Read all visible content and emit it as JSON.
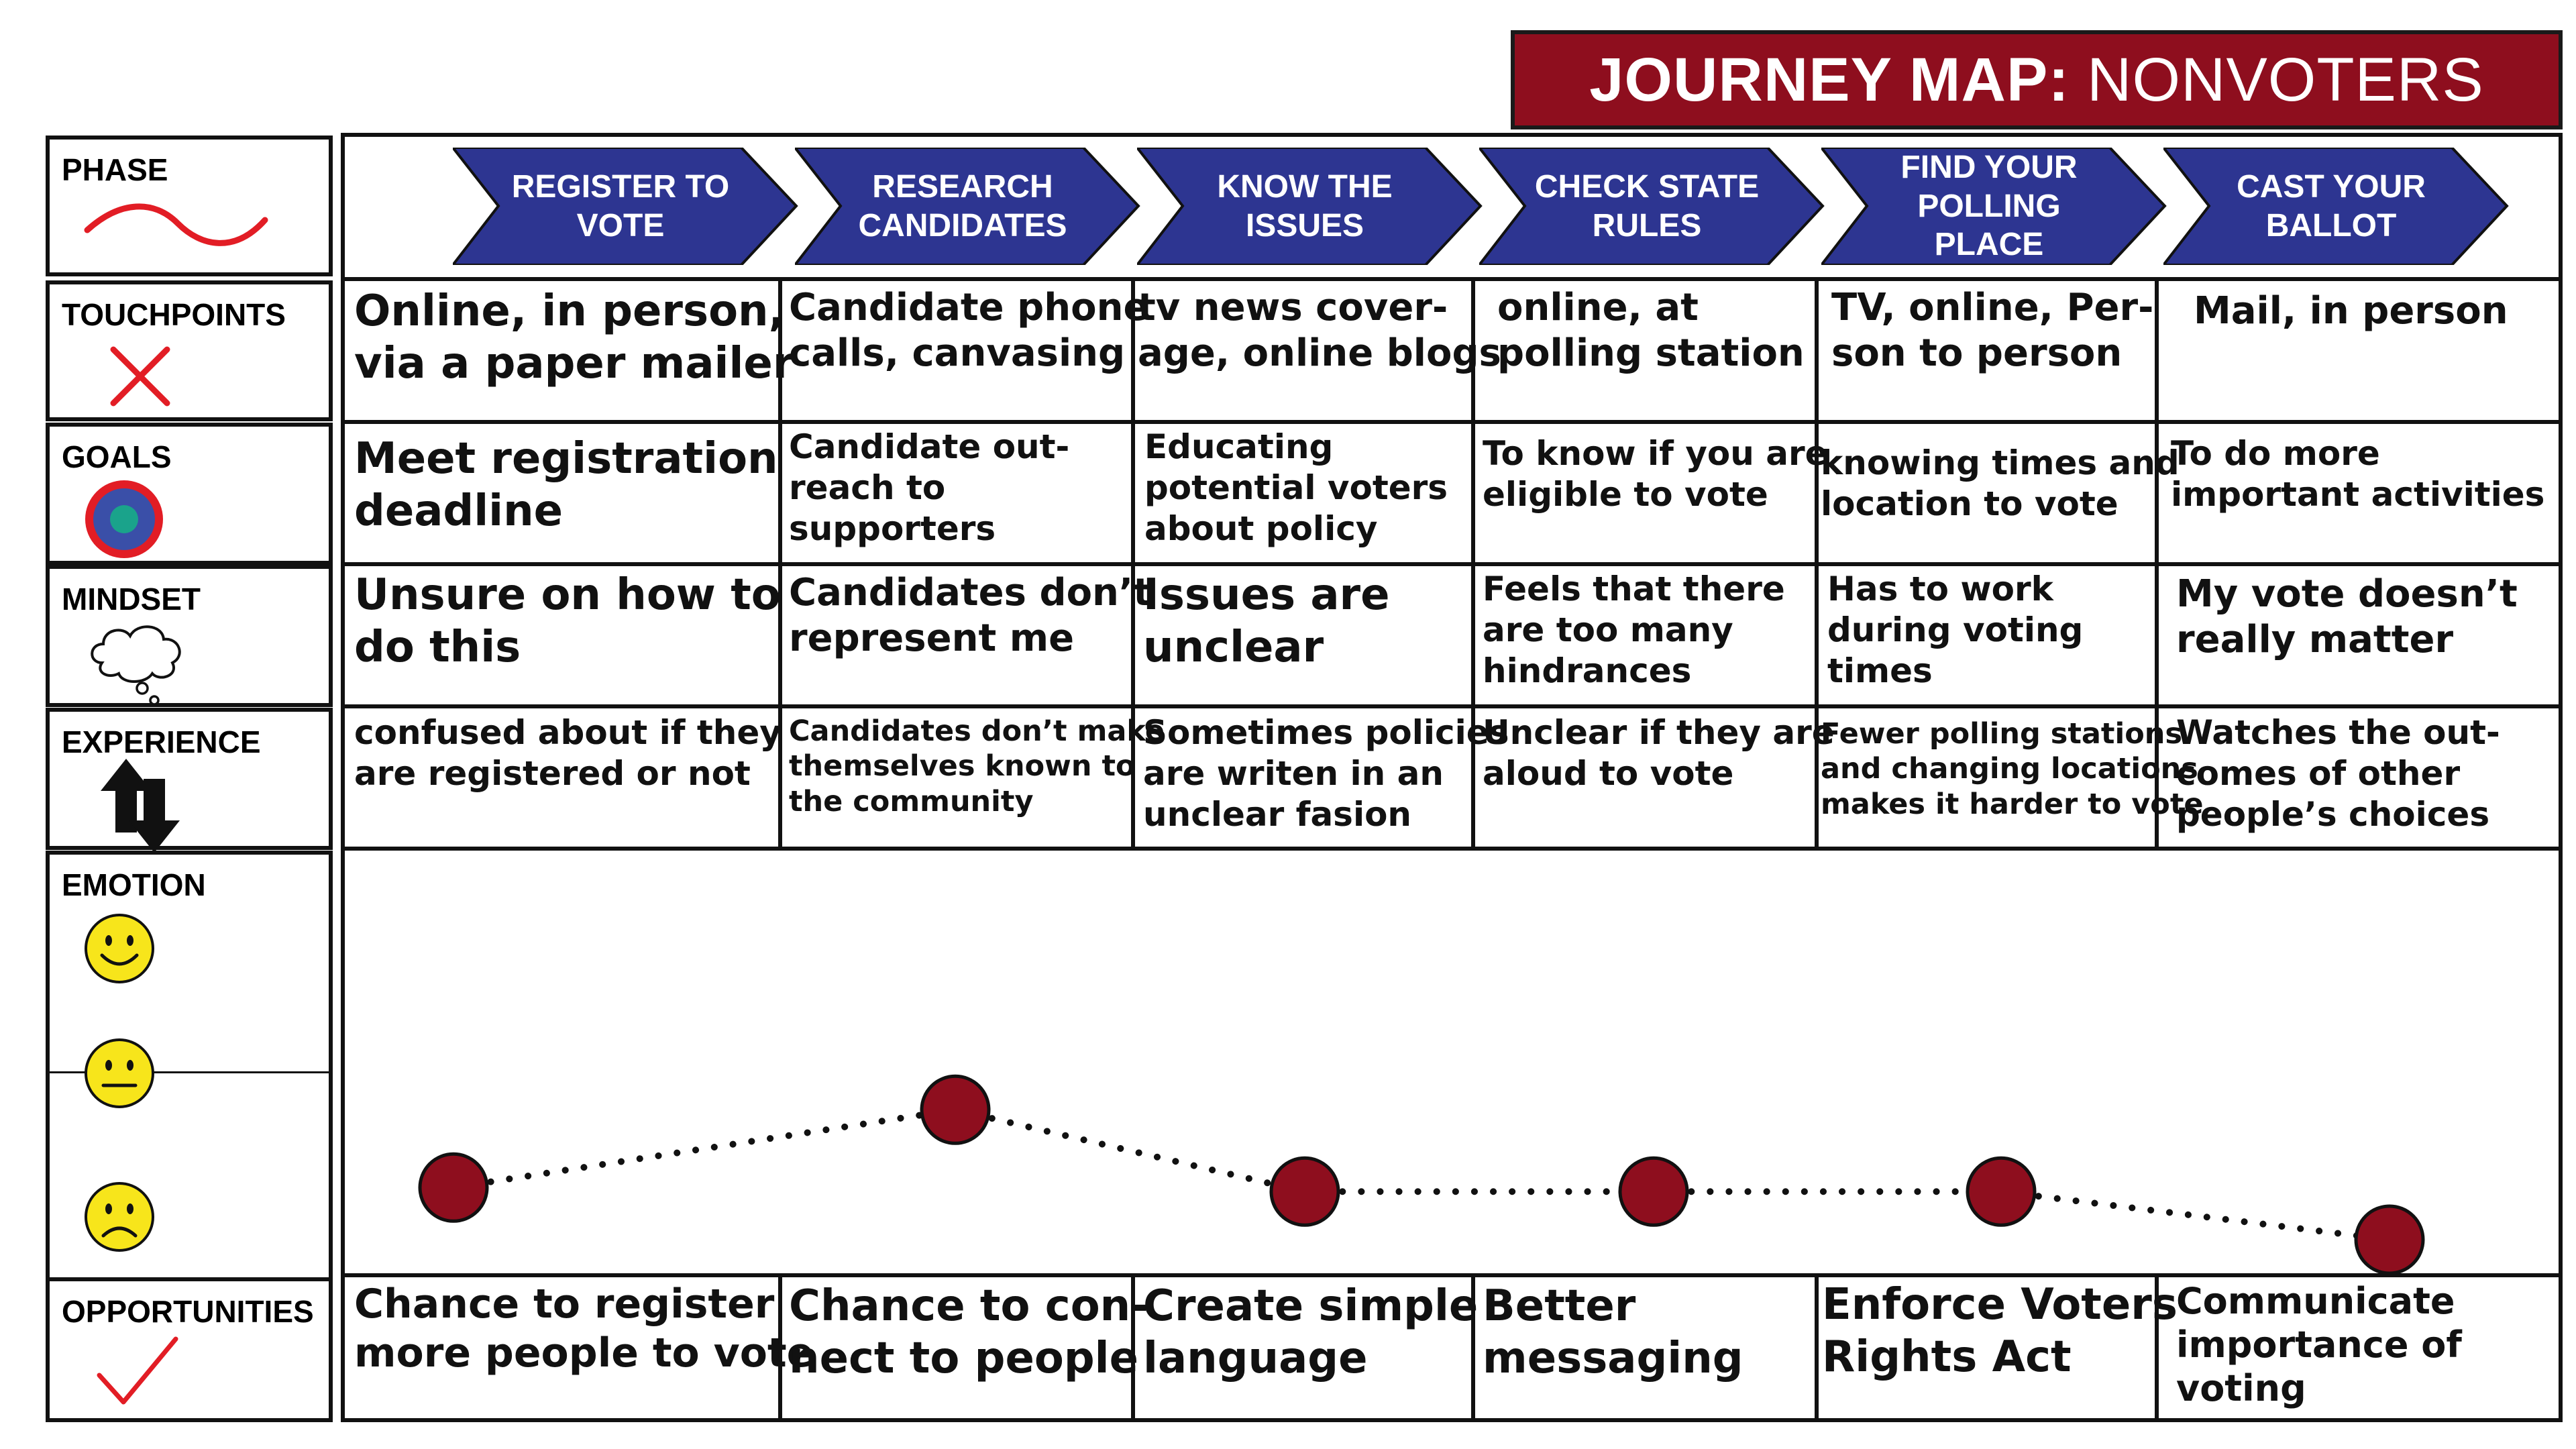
{
  "title": {
    "prefix": "JOURNEY MAP:",
    "suffix": "NONVOTERS"
  },
  "row_labels": {
    "phase": "PHASE",
    "touchpoints": "TOUCHPOINTS",
    "goals": "GOALS",
    "mindset": "MINDSET",
    "experience": "EXPERIENCE",
    "emotion": "EMOTION",
    "opportunities": "OPPORTUNITIES"
  },
  "phases": [
    "REGISTER TO\nVOTE",
    "RESEARCH\nCANDIDATES",
    "KNOW THE\nISSUES",
    "CHECK STATE\nRULES",
    "FIND YOUR\nPOLLING\nPLACE",
    "CAST YOUR\nBALLOT"
  ],
  "touchpoints": [
    "Online, in person,\nvia a paper mailer",
    "Candidate phone\ncalls, canvasing",
    "tv news cover-\nage, online blogs",
    "online, at\npolling station",
    "TV, online, Per-\nson to person",
    "Mail, in person"
  ],
  "goals": [
    "Meet registration\ndeadline",
    "Candidate out-\nreach to\nsupporters",
    "Educating\npotential voters\nabout policy",
    "To know if you are\neligible to vote",
    "knowing times and\nlocation to vote",
    "To do more\nimportant activities"
  ],
  "mindset": [
    "Unsure on how to\ndo this",
    "Candidates don’t\nrepresent me",
    "Issues are\nunclear",
    "Feels that there\nare too many\nhindrances",
    "Has to work\nduring voting\ntimes",
    "My vote doesn’t\nreally matter"
  ],
  "experience": [
    "confused about if they\nare registered or not",
    "Candidates don’t make\nthemselves known to\nthe community",
    "Sometimes policies\nare writen in an\nunclear fasion",
    "Unclear if they are\naloud to vote",
    "Fewer polling stations\nand changing locations\nmakes it harder to vote",
    "Watches the out-\ncomes of other\npeople’s choices"
  ],
  "opportunities": [
    "Chance to register\nmore people to vote",
    "Chance to con-\nnect to people",
    "Create simple\nlanguage",
    "Better\nmessaging",
    "Enforce Voters\nRights Act",
    "Communicate\nimportance of\nvoting"
  ],
  "emotion_scale": {
    "min": -1,
    "max": 1.3
  },
  "emotion_values": [
    -0.35,
    0.62,
    -0.4,
    -0.4,
    -0.4,
    -1.0
  ],
  "colors": {
    "title_bg": "#8e0e1e",
    "chevron_fill": "#2d3591",
    "emotion_dot": "#8e0e1e",
    "smiley": "#f7e51b"
  },
  "icons": {
    "phase": "wave-icon",
    "touchpoints": "x-mark-icon",
    "goals": "target-icon",
    "mindset": "thought-cloud-icon",
    "experience": "up-down-arrows-icon",
    "emotion": [
      "happy-face-icon",
      "neutral-face-icon",
      "sad-face-icon"
    ],
    "opportunities": "checkmark-icon"
  }
}
